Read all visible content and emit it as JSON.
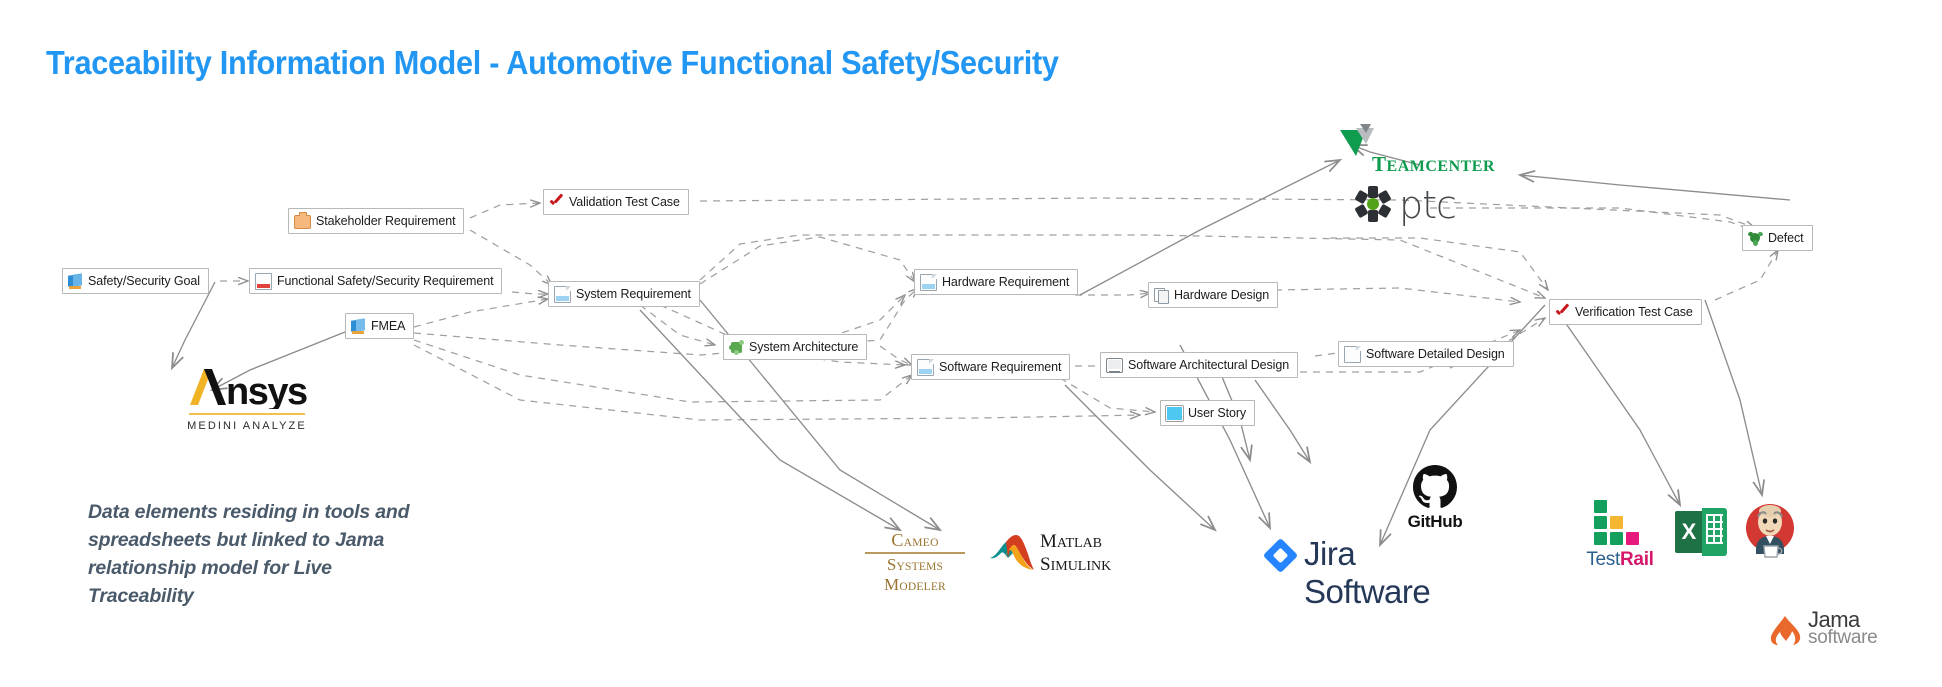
{
  "page": {
    "title": "Traceability Information Model - Automotive Functional Safety/Security",
    "title_color": "#2196f3",
    "background": "#ffffff",
    "caption": "Data elements residing in tools and spreadsheets but linked to Jama relationship model for Live Traceability",
    "caption_color": "#4a5a6a"
  },
  "nodes": [
    {
      "id": "stakeholder-requirement",
      "label": "Stakeholder Requirement",
      "icon": "briefcase-icon"
    },
    {
      "id": "validation-test-case",
      "label": "Validation Test Case",
      "icon": "red-check-icon"
    },
    {
      "id": "safety-security-goal",
      "label": "Safety/Security Goal",
      "icon": "goal-document-icon"
    },
    {
      "id": "functional-safety-security-requirement",
      "label": "Functional Safety/Security Requirement",
      "icon": "document-red-icon"
    },
    {
      "id": "system-requirement",
      "label": "System Requirement",
      "icon": "document-blue-icon"
    },
    {
      "id": "fmea",
      "label": "FMEA",
      "icon": "fmea-document-icon"
    },
    {
      "id": "hardware-requirement",
      "label": "Hardware Requirement",
      "icon": "document-blue-icon"
    },
    {
      "id": "hardware-design",
      "label": "Hardware Design",
      "icon": "stacked-pages-icon"
    },
    {
      "id": "system-architecture",
      "label": "System Architecture",
      "icon": "green-puzzle-icon"
    },
    {
      "id": "software-requirement",
      "label": "Software Requirement",
      "icon": "document-blue-icon"
    },
    {
      "id": "software-architectural-design",
      "label": "Software Architectural Design",
      "icon": "monitor-icon"
    },
    {
      "id": "software-detailed-design",
      "label": "Software Detailed Design",
      "icon": "blank-document-icon"
    },
    {
      "id": "user-story",
      "label": "User Story",
      "icon": "cyan-square-icon"
    },
    {
      "id": "verification-test-case",
      "label": "Verification Test Case",
      "icon": "red-check-icon"
    },
    {
      "id": "defect",
      "label": "Defect",
      "icon": "green-bug-icon"
    }
  ],
  "brands": {
    "teamcenter": {
      "name": "Teamcenter",
      "text": "TEAMCENTER",
      "color": "#0f9c4f"
    },
    "ptc": {
      "name": "PTC",
      "text": "ptc",
      "color": "#53a318"
    },
    "ansys": {
      "name": "Ansys medini analyze",
      "word": "nsys",
      "sub": "MEDINI ANALYZE",
      "accent": "#f0c14b"
    },
    "cameo": {
      "name": "Cameo Systems Modeler",
      "line1": "CAMEO",
      "line2": "SYSTEMS MODELER",
      "color": "#9a7430"
    },
    "matlab": {
      "name": "MATLAB Simulink",
      "line1": "MATLAB",
      "line2": "SIMULINK"
    },
    "jira": {
      "name": "Jira Software",
      "text": "Jira Software",
      "color": "#2684ff"
    },
    "github": {
      "name": "GitHub",
      "text": "GitHub"
    },
    "testrail": {
      "name": "TestRail",
      "text_a": "Test",
      "text_b": "Rail",
      "colors": [
        "#12a05c",
        "#f5b731",
        "#e8197d"
      ]
    },
    "excel": {
      "name": "Microsoft Excel",
      "letter": "X",
      "color": "#21a366"
    },
    "jenkins": {
      "name": "Jenkins"
    },
    "jama": {
      "name": "Jama Software",
      "line1": "Jama",
      "line2": "software",
      "accent": "#e8692b"
    }
  },
  "edges": {
    "style": "dashed-gray-arrow",
    "color": "#9a9a9a",
    "solid_color": "#8c8c8c",
    "relationships": [
      [
        "stakeholder-requirement",
        "validation-test-case"
      ],
      [
        "stakeholder-requirement",
        "system-requirement"
      ],
      [
        "safety-security-goal",
        "functional-safety-security-requirement"
      ],
      [
        "functional-safety-security-requirement",
        "system-requirement"
      ],
      [
        "fmea",
        "system-requirement"
      ],
      [
        "fmea",
        "safety-security-goal"
      ],
      [
        "system-requirement",
        "hardware-requirement"
      ],
      [
        "system-requirement",
        "software-requirement"
      ],
      [
        "system-requirement",
        "system-architecture"
      ],
      [
        "system-requirement",
        "verification-test-case"
      ],
      [
        "system-architecture",
        "hardware-requirement"
      ],
      [
        "system-architecture",
        "software-requirement"
      ],
      [
        "hardware-requirement",
        "hardware-design"
      ],
      [
        "hardware-design",
        "verification-test-case"
      ],
      [
        "software-requirement",
        "software-architectural-design"
      ],
      [
        "software-requirement",
        "user-story"
      ],
      [
        "software-architectural-design",
        "software-detailed-design"
      ],
      [
        "software-detailed-design",
        "verification-test-case"
      ],
      [
        "validation-test-case",
        "defect"
      ],
      [
        "verification-test-case",
        "defect"
      ]
    ]
  }
}
